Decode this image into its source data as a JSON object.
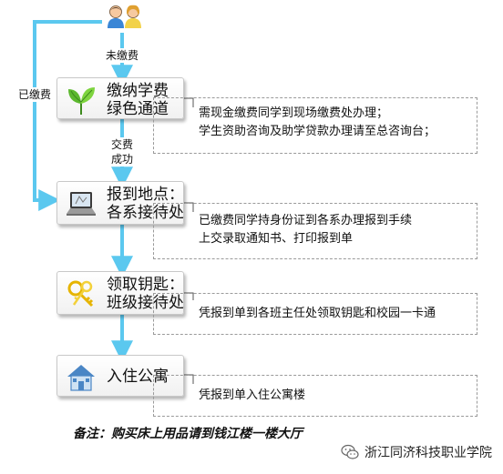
{
  "labels": {
    "unpaid": "未缴费",
    "paid": "已缴费",
    "payment_success": [
      "交费",
      "成功"
    ]
  },
  "steps": [
    {
      "title": [
        "缴纳学费",
        "绿色通道"
      ],
      "icon": "leaf-icon",
      "note": [
        "需现金缴费同学到现场缴费处办理；",
        "学生资助咨询及助学贷款办理请至总咨询台；"
      ]
    },
    {
      "title": [
        "报到地点：",
        "各系接待处"
      ],
      "icon": "laptop-icon",
      "note": [
        "已缴费同学持身份证到各系办理报到手续",
        "上交录取通知书、打印报到单"
      ]
    },
    {
      "title": [
        "领取钥匙：",
        "班级接待处"
      ],
      "icon": "keys-icon",
      "note": [
        "凭报到单到各班主任处领取钥匙和校园一卡通"
      ]
    },
    {
      "title": [
        "入住公寓"
      ],
      "icon": "house-icon",
      "note": [
        "凭报到单入住公寓楼"
      ]
    }
  ],
  "remark": "备注：购买床上用品请到钱江楼一楼大厅",
  "watermark": {
    "icon": "wechat-icon",
    "text": "浙江同济科技职业学院"
  },
  "colors": {
    "arrow": "#5bc8ef",
    "dashed_border": "#9a9a9a",
    "connector": "#555555"
  }
}
